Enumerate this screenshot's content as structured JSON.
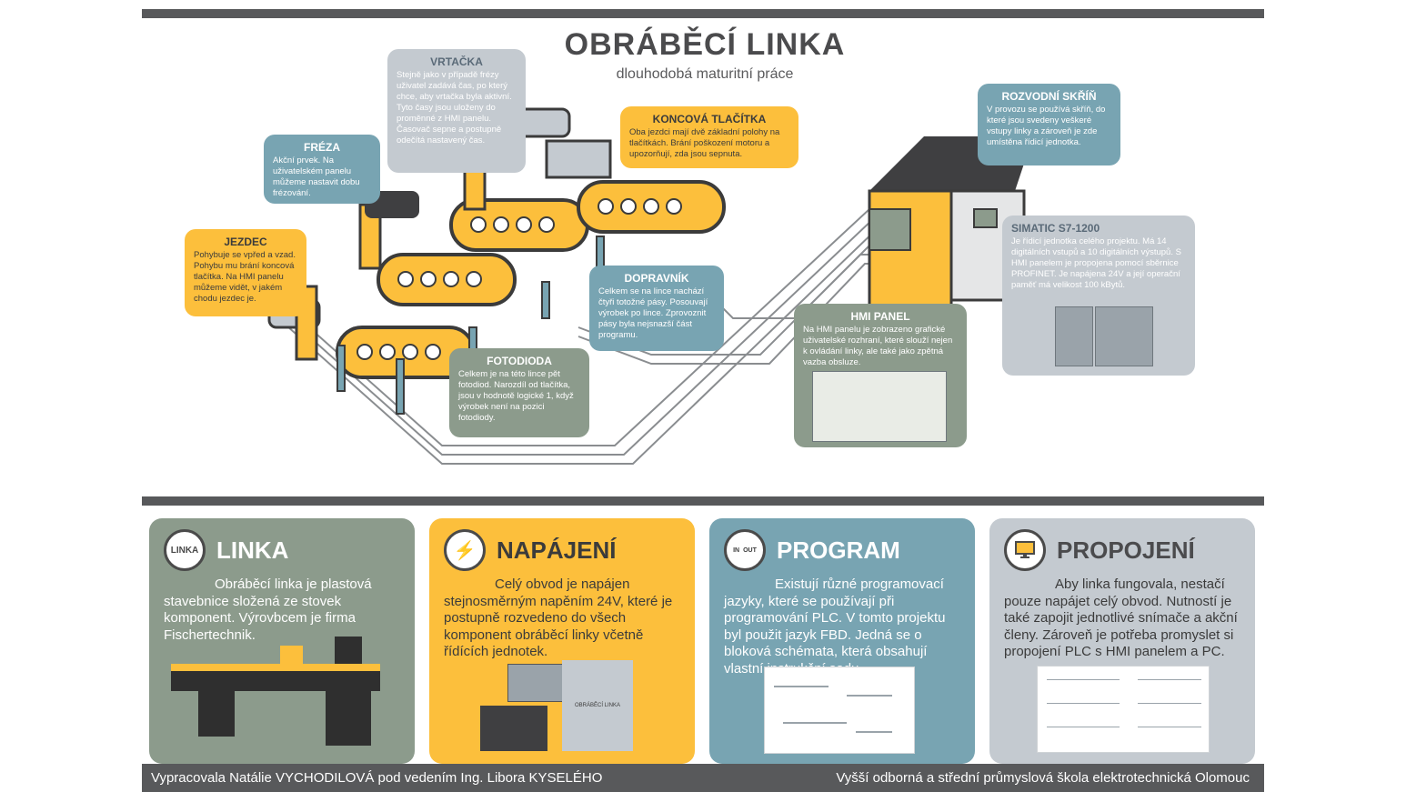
{
  "header": {
    "title": "OBRÁBĚCÍ  LINKA",
    "subtitle": "dlouhodobá maturitní práce"
  },
  "callouts": {
    "vrtacka": {
      "title": "VRTAČKA",
      "text": "Stejně jako v případě frézy uživatel zadává čas, po který chce, aby vrtačka byla aktivní. Tyto časy jsou uloženy do proměnné z HMI panelu. Časovač sepne a postupně odečítá nastavený čas."
    },
    "koncova": {
      "title": "KONCOVÁ TLAČÍTKA",
      "text": "Oba jezdci mají dvě základní polohy na tlačítkách. Brání poškození motoru a upozorňují, zda jsou sepnuta."
    },
    "freza": {
      "title": "FRÉZA",
      "text": "Akční prvek. Na uživatelském panelu můžeme nastavit dobu frézování."
    },
    "jezdec": {
      "title": "JEZDEC",
      "text": "Pohybuje se vpřed a vzad. Pohybu mu brání koncová tlačítka. Na HMI panelu můžeme vidět, v jakém chodu jezdec je."
    },
    "dopravnik": {
      "title": "DOPRAVNÍK",
      "text": "Celkem se na lince nachází čtyři totožné pásy. Posouvají výrobek po lince. Zprovoznit pásy byla nejsnazší část programu."
    },
    "fotodioda": {
      "title": "FOTODIODA",
      "text": "Celkem je na této lince pět fotodiod. Narozdíl od tlačítka, jsou v hodnotě logické 1, když výrobek není na pozici fotodiody."
    },
    "rozvodni": {
      "title": "ROZVODNÍ SKŘÍŇ",
      "text": "V provozu se používá skříň, do které jsou svedeny veškeré vstupy linky a zároveň je zde umístěna řídicí jednotka."
    },
    "simatic": {
      "title": "SIMATIC S7-1200",
      "text": "Je řídicí jednotka celého projektu. Má 14 digitálních vstupů a 10 digitálních výstupů. S HMI panelem je propojena pomocí sběrnice PROFINET. Je napájena 24V a její operační paměť má velikost 100 kBytů."
    },
    "hmi": {
      "title": "HMI PANEL",
      "text": "Na HMI panelu je zobrazeno grafické uživatelské rozhraní, které slouží nejen k ovládání linky, ale také jako zpětná vazba obsluze."
    }
  },
  "panels": {
    "linka": {
      "title": "LINKA",
      "icon_label": "LINKA",
      "icon": "factory-icon",
      "text": "Obráběcí linka je plastová stavebnice složená ze stovek komponent. Výrovbcem je firma Fischertechnik."
    },
    "napajeni": {
      "title": "NAPÁJENÍ",
      "icon": "lightning-icon",
      "text": "Celý obvod je napájen stejnosměrným napěním 24V, které je postupně rozvedeno do všech komponent obráběcí linky včetně řídících jednotek.",
      "diagram_label": "OBRÁBĚCÍ LINKA"
    },
    "program": {
      "title": "PROGRAM",
      "icon": "program-icon",
      "icon_in": "IN",
      "icon_out": "OUT",
      "text": "Existují různé programovací jazyky, které se používají při programování PLC. V tomto projektu byl použit jazyk FBD. Jedná se o bloková schémata, která obsahují vlastní instrukční sadu."
    },
    "propojeni": {
      "title": "PROPOJENÍ",
      "icon": "monitor-icon",
      "text": "Aby linka fungovala, nestačí pouze napájet celý obvod. Nutností je také zapojit jednotlivé snímače a akční členy. Zároveň je potřeba promyslet si propojení PLC s HMI panelem a PC."
    }
  },
  "footer": {
    "left": "Vypracovala Natálie VYCHODILOVÁ pod vedením Ing. Libora KYSELÉHO",
    "right": "Vyšší odborná a střední průmyslová škola elektrotechnická Olomouc"
  },
  "colors": {
    "yellow": "#fcbf3c",
    "blue": "#78a4b2",
    "green": "#8c9b8c",
    "grey": "#c4cad0",
    "dark": "#58595b"
  }
}
